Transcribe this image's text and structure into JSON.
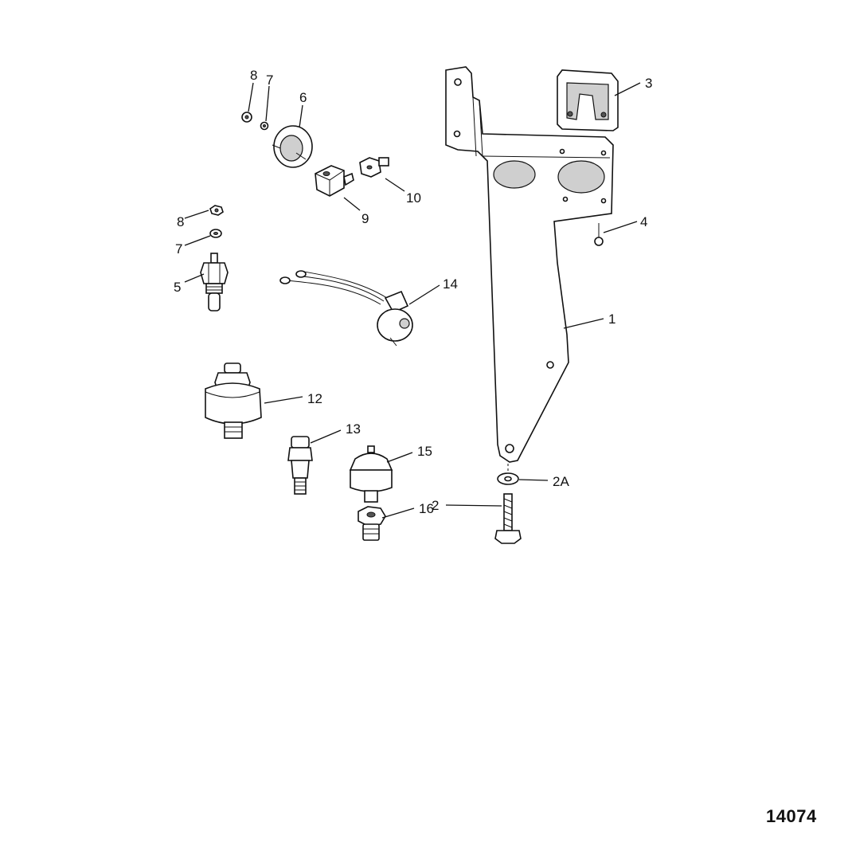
{
  "figure_number": "14074",
  "callouts": {
    "c1": "1",
    "c2": "2",
    "c2a": "2A",
    "c3": "3",
    "c4": "4",
    "c5": "5",
    "c6": "6",
    "c7a": "7",
    "c7b": "7",
    "c8a": "8",
    "c8b": "8",
    "c9": "9",
    "c10": "10",
    "c12": "12",
    "c13": "13",
    "c14": "14",
    "c15": "15",
    "c16": "16"
  }
}
